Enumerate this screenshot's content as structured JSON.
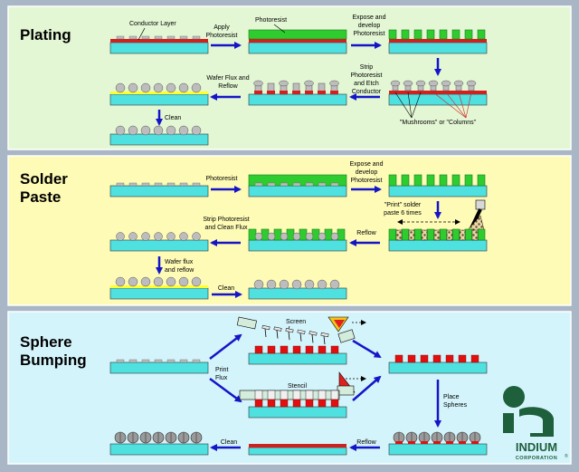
{
  "panels": [
    {
      "title_lines": [
        "Plating"
      ],
      "color": "#e3f7d4",
      "labels": {
        "conductor_layer": "Conductor Layer",
        "photoresist": "Photoresist",
        "apply_photoresist": [
          "Apply",
          "Photoresist"
        ],
        "expose_develop": [
          "Expose and",
          "develop",
          "Photoresist"
        ],
        "strip_etch": [
          "Strip",
          "Photoresist",
          "and Etch",
          "Conductor"
        ],
        "wafer_flux_reflow": [
          "Wafer Flux and",
          "Reflow"
        ],
        "mushrooms_columns": "\"Mushrooms\" or \"Columns\"",
        "clean": "Clean"
      }
    },
    {
      "title_lines": [
        "Solder",
        "Paste"
      ],
      "color": "#fefbb6",
      "labels": {
        "photoresist": "Photoresist",
        "expose_develop": [
          "Expose and",
          "develop",
          "Photoresist"
        ],
        "print_solder_paste": [
          "\"Print\" solder",
          "paste 6 times"
        ],
        "strip_clean_flux": [
          "Strip Photoresist",
          "and Clean Flux"
        ],
        "reflow": "Reflow",
        "wafer_flux_reflow": [
          "Wafer flux",
          "and reflow"
        ],
        "clean": "Clean"
      }
    },
    {
      "title_lines": [
        "Sphere",
        "Bumping"
      ],
      "color": "#d4f4fb",
      "labels": {
        "screen": "Screen",
        "print_flux": [
          "Print",
          "Flux"
        ],
        "stencil": "Stencil",
        "place_spheres": [
          "Place",
          "Spheres"
        ],
        "clean": "Clean",
        "reflow": "Reflow"
      }
    }
  ],
  "logo": {
    "name": "INDIUM",
    "sub": "CORPORATION",
    "reg": "®",
    "color": "#1e5f3c"
  },
  "colors": {
    "substrate": "#4fe0e0",
    "conductor": "#d02020",
    "resist": "#2ecc2e",
    "solder": "#bdbdbd",
    "flux": "#ffff30",
    "arrow": "#1515c8",
    "flux_print": "#e01010",
    "stencil": "#d4ecdc"
  }
}
